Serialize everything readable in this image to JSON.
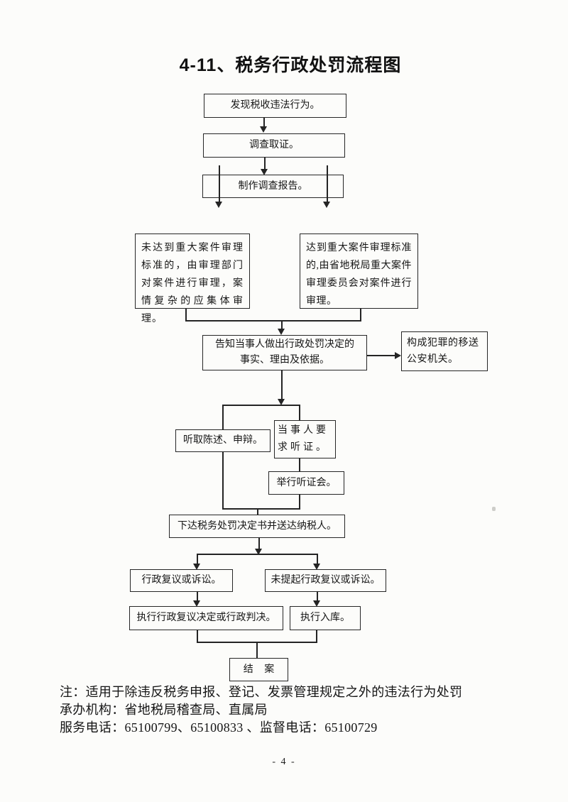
{
  "page": {
    "title": "4-11、税务行政处罚流程图",
    "page_number": "- 4 -"
  },
  "flowchart": {
    "nodes": {
      "discover": "发现税收违法行为。",
      "investigate": "调查取证。",
      "report": "制作调查报告。",
      "minor_review": "未达到重大案件审理标准的，由审理部门对案件进行审理，案情复杂的应集体审理。",
      "major_review": "达到重大案件审理标准的,由省地税局重大案件审理委员会对案件进行审理。",
      "notify": "告知当事人做出行政处罚决定的事实、理由及依据。",
      "criminal_transfer": "构成犯罪的移送公安机关。",
      "hear_statement": "听取陈述、申辩。",
      "hearing_request": "当事人要求听证。",
      "hold_hearing": "举行听证会。",
      "deliver_decision": "下达税务处罚决定书并送达纳税人。",
      "appeal": "行政复议或诉讼。",
      "no_appeal": "未提起行政复议或诉讼。",
      "execute_appeal_result": "执行行政复议决定或行政判决。",
      "execute_storage": "执行入库。",
      "case_closed": "结 案"
    }
  },
  "notes": {
    "scope": "注：适用于除违反税务申报、登记、发票管理规定之外的违法行为处罚",
    "agency": "承办机构：省地税局稽查局、直属局",
    "phone": "服务电话：65100799、65100833 、监督电话：65100729"
  }
}
